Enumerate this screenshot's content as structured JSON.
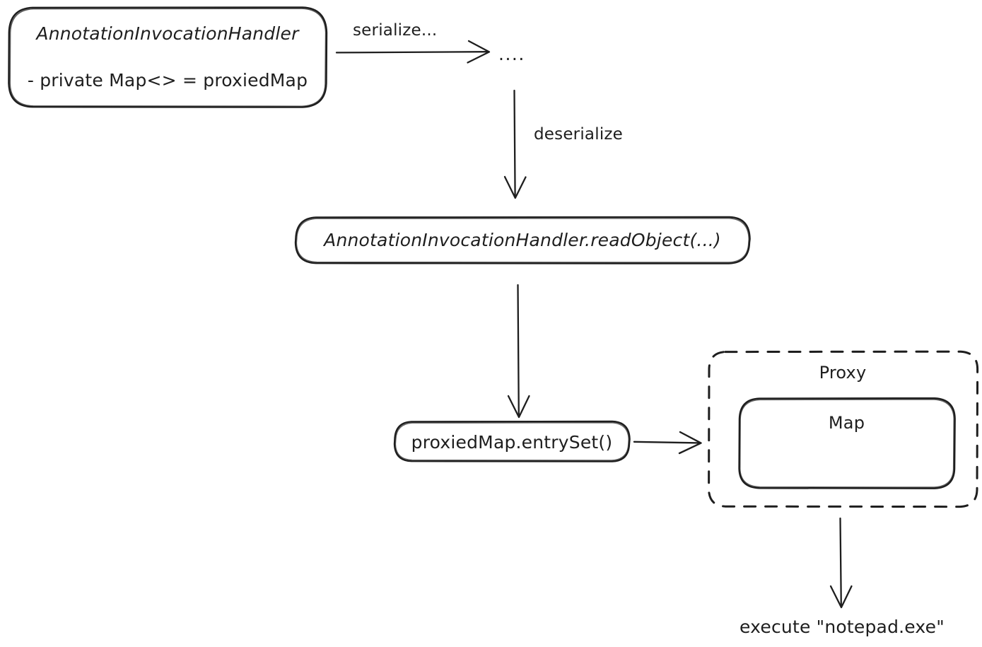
{
  "diagram": {
    "title": "Java deserialization gadget chain",
    "type": "flow-diagram",
    "style": "hand-drawn",
    "colors": {
      "background": "#ffffff",
      "stroke": "#1e1e1e",
      "text": "#1e1e1e"
    }
  },
  "nodes": {
    "annotation_invocation_handler": {
      "title": "AnnotationInvocationHandler",
      "field": "- private Map<> = proxiedMap",
      "shape": "rounded-rectangle",
      "border": "solid"
    },
    "read_object": {
      "label": "AnnotationInvocationHandler.readObject(...)",
      "shape": "rounded-rectangle",
      "border": "solid"
    },
    "entry_set": {
      "label": "proxiedMap.entrySet()",
      "shape": "rounded-rectangle",
      "border": "solid"
    },
    "proxy_group": {
      "label": "Proxy",
      "shape": "rounded-rectangle",
      "border": "dashed"
    },
    "map": {
      "label": "Map",
      "shape": "rounded-rectangle",
      "border": "solid"
    }
  },
  "edges": {
    "serialize": {
      "label": "serialize...",
      "direction": "right"
    },
    "deserialize": {
      "label": "deserialize",
      "direction": "down"
    },
    "readobject_to_entryset": {
      "label": "",
      "direction": "down"
    },
    "entryset_to_proxy": {
      "label": "",
      "direction": "right"
    },
    "proxy_to_execute": {
      "label": "",
      "direction": "down"
    }
  },
  "free_labels": {
    "ellipsis": "....",
    "execute": "execute \"notepad.exe\""
  }
}
